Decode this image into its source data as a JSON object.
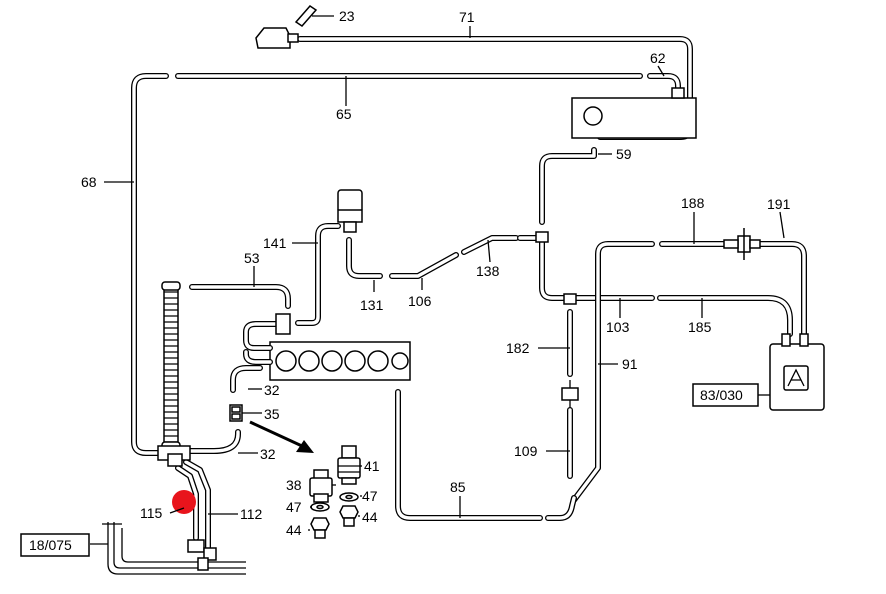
{
  "labels": {
    "l23": "23",
    "l71": "71",
    "l62": "62",
    "l65": "65",
    "l68": "68",
    "l59": "59",
    "l188": "188",
    "l191": "191",
    "l141": "141",
    "l53": "53",
    "l131": "131",
    "l106": "106",
    "l138": "138",
    "l103": "103",
    "l185": "185",
    "l182": "182",
    "l91": "91",
    "l32a": "32",
    "l35": "35",
    "l32b": "32",
    "l41": "41",
    "l38": "38",
    "l47a": "47",
    "l47b": "47",
    "l44a": "44",
    "l44b": "44",
    "l109": "109",
    "l85": "85",
    "l115": "115",
    "l112": "112",
    "ref18075": "18/075",
    "ref83030": "83/030"
  },
  "marker_color": "#e8141c"
}
